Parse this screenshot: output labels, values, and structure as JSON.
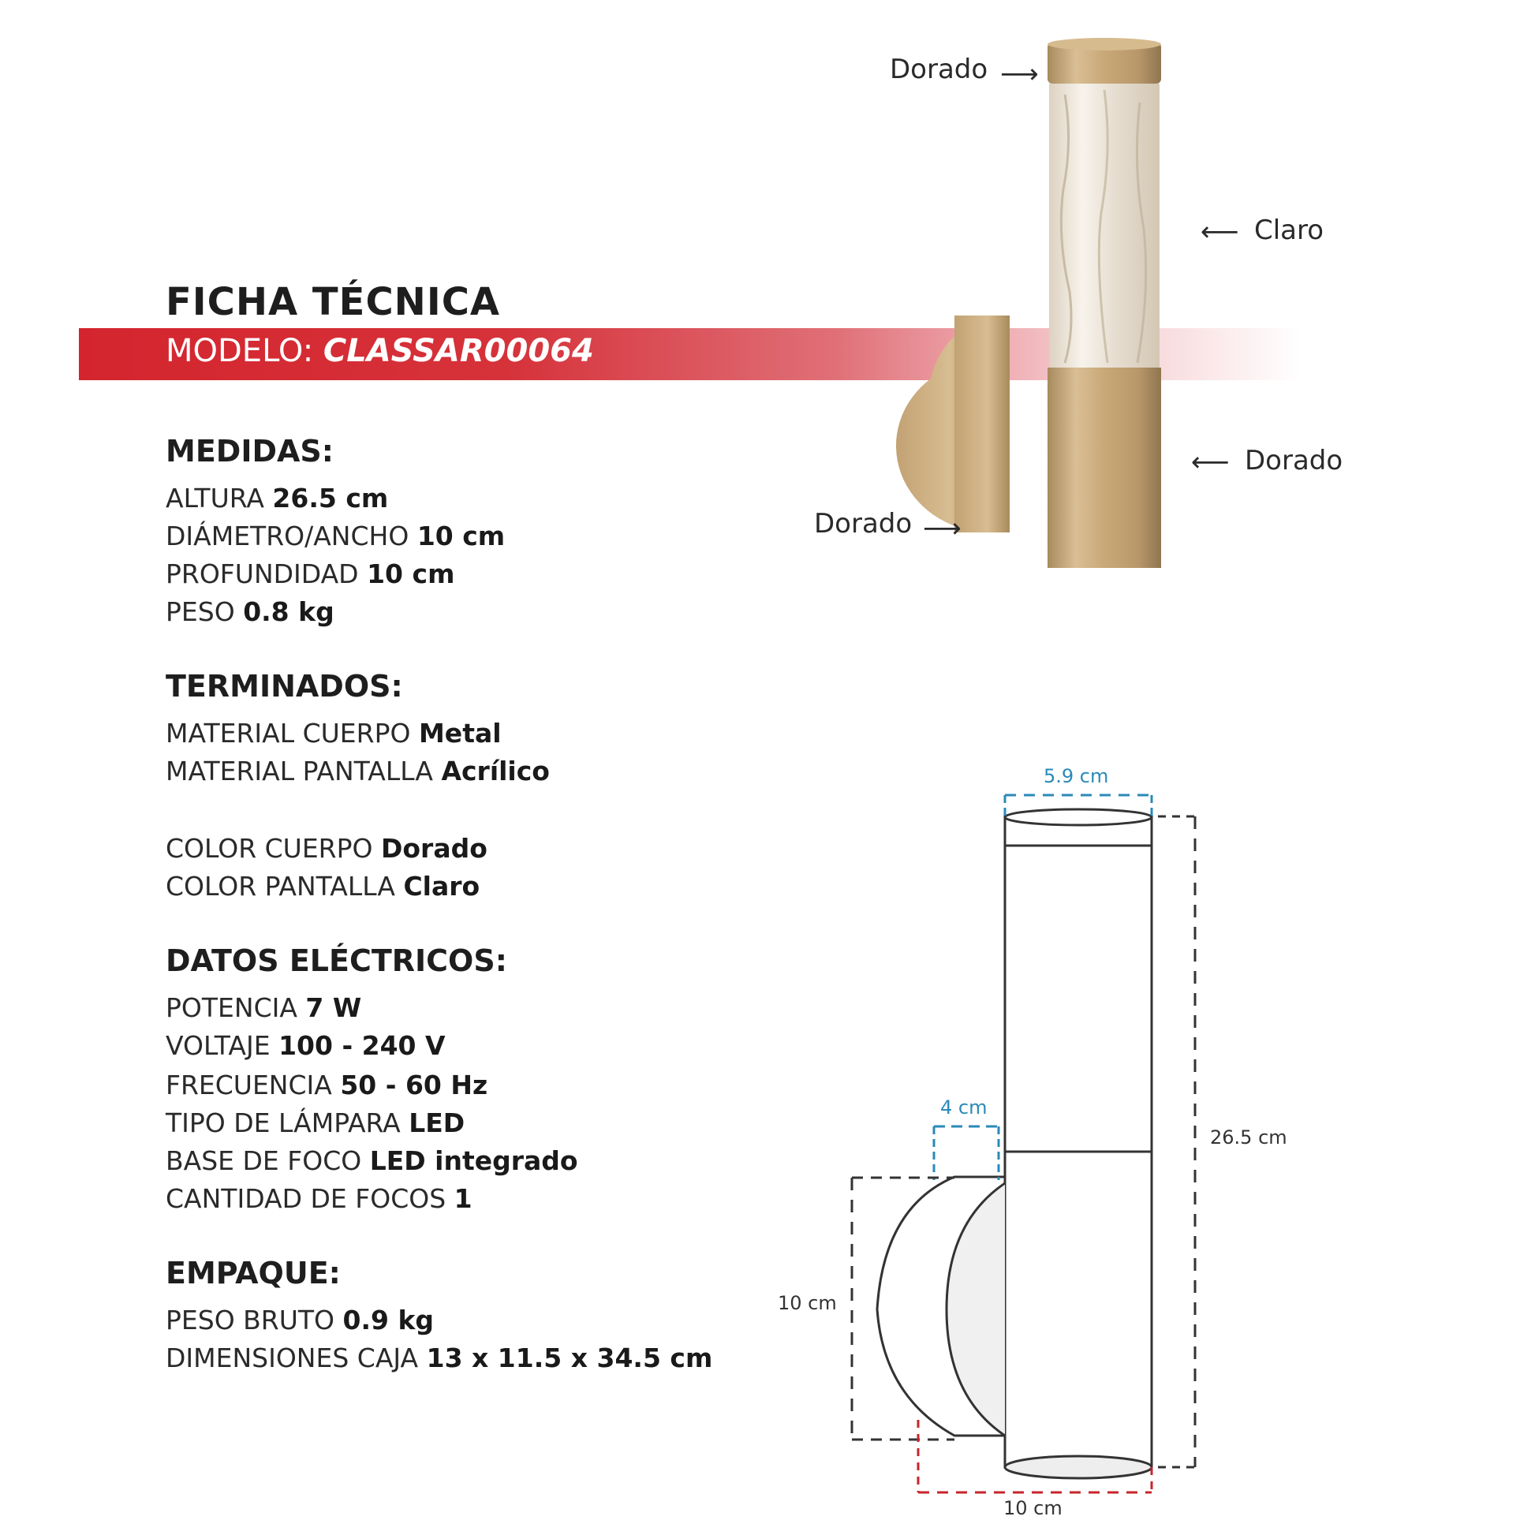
{
  "header": {
    "title": "FICHA TÉCNICA",
    "model_label": "MODELO:",
    "model_code": "CLASSAR00064"
  },
  "sections": {
    "medidas": {
      "heading": "MEDIDAS:",
      "rows": [
        {
          "label": "ALTURA",
          "value": "26.5 cm"
        },
        {
          "label": "DIÁMETRO/ANCHO",
          "value": "10 cm"
        },
        {
          "label": "PROFUNDIDAD",
          "value": "10 cm"
        },
        {
          "label": "PESO",
          "value": "0.8 kg"
        }
      ]
    },
    "terminados": {
      "heading": "TERMINADOS:",
      "rows": [
        {
          "label": "MATERIAL CUERPO",
          "value": "Metal"
        },
        {
          "label": "MATERIAL PANTALLA",
          "value": "Acrílico"
        },
        {
          "label": "COLOR CUERPO",
          "value": "Dorado"
        },
        {
          "label": "COLOR PANTALLA",
          "value": "Claro"
        }
      ]
    },
    "electricos": {
      "heading": "DATOS ELÉCTRICOS:",
      "rows": [
        {
          "label": "POTENCIA",
          "value": "7 W"
        },
        {
          "label": "VOLTAJE",
          "value": "100 - 240 V"
        },
        {
          "label": "FRECUENCIA",
          "value": "50 - 60 Hz"
        },
        {
          "label": "TIPO DE LÁMPARA",
          "value": "LED"
        },
        {
          "label": "BASE DE FOCO",
          "value": "LED integrado"
        },
        {
          "label": "CANTIDAD DE FOCOS",
          "value": "1"
        }
      ]
    },
    "empaque": {
      "heading": "EMPAQUE:",
      "rows": [
        {
          "label": "PESO BRUTO",
          "value": "0.9 kg"
        },
        {
          "label": "DIMENSIONES CAJA",
          "value": "13 x 11.5 x 34.5 cm"
        }
      ]
    }
  },
  "callouts": {
    "top_cap": "Dorado",
    "shade": "Claro",
    "lower_body": "Dorado",
    "wall_mount": "Dorado"
  },
  "dimensions": {
    "top_width": "5.9 cm",
    "mount_depth": "4 cm",
    "total_height": "26.5 cm",
    "mount_height": "10 cm",
    "base_width": "10 cm"
  },
  "colors": {
    "brand_red": "#d4252e",
    "gold": "#c9a878",
    "blue_dim": "#2a8ab8",
    "red_dim": "#c8242c"
  }
}
